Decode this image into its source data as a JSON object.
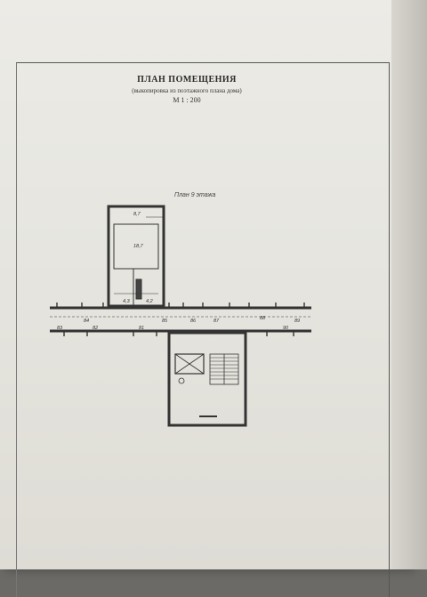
{
  "document": {
    "title": "ПЛАН ПОМЕЩЕНИЯ",
    "subtitle": "(выкопировка из поэтажного плана дома)",
    "scale": "М 1 : 200",
    "floor_label": "План 9 этажа"
  },
  "plan": {
    "axis_labels": [
      "83",
      "84",
      "82",
      "81",
      "85",
      "86",
      "87",
      "88",
      "89",
      "90"
    ],
    "room_labels": {
      "main_room": "18,7",
      "room_1": "4,3",
      "room_2": "4,2",
      "room_3": "8,7"
    }
  }
}
